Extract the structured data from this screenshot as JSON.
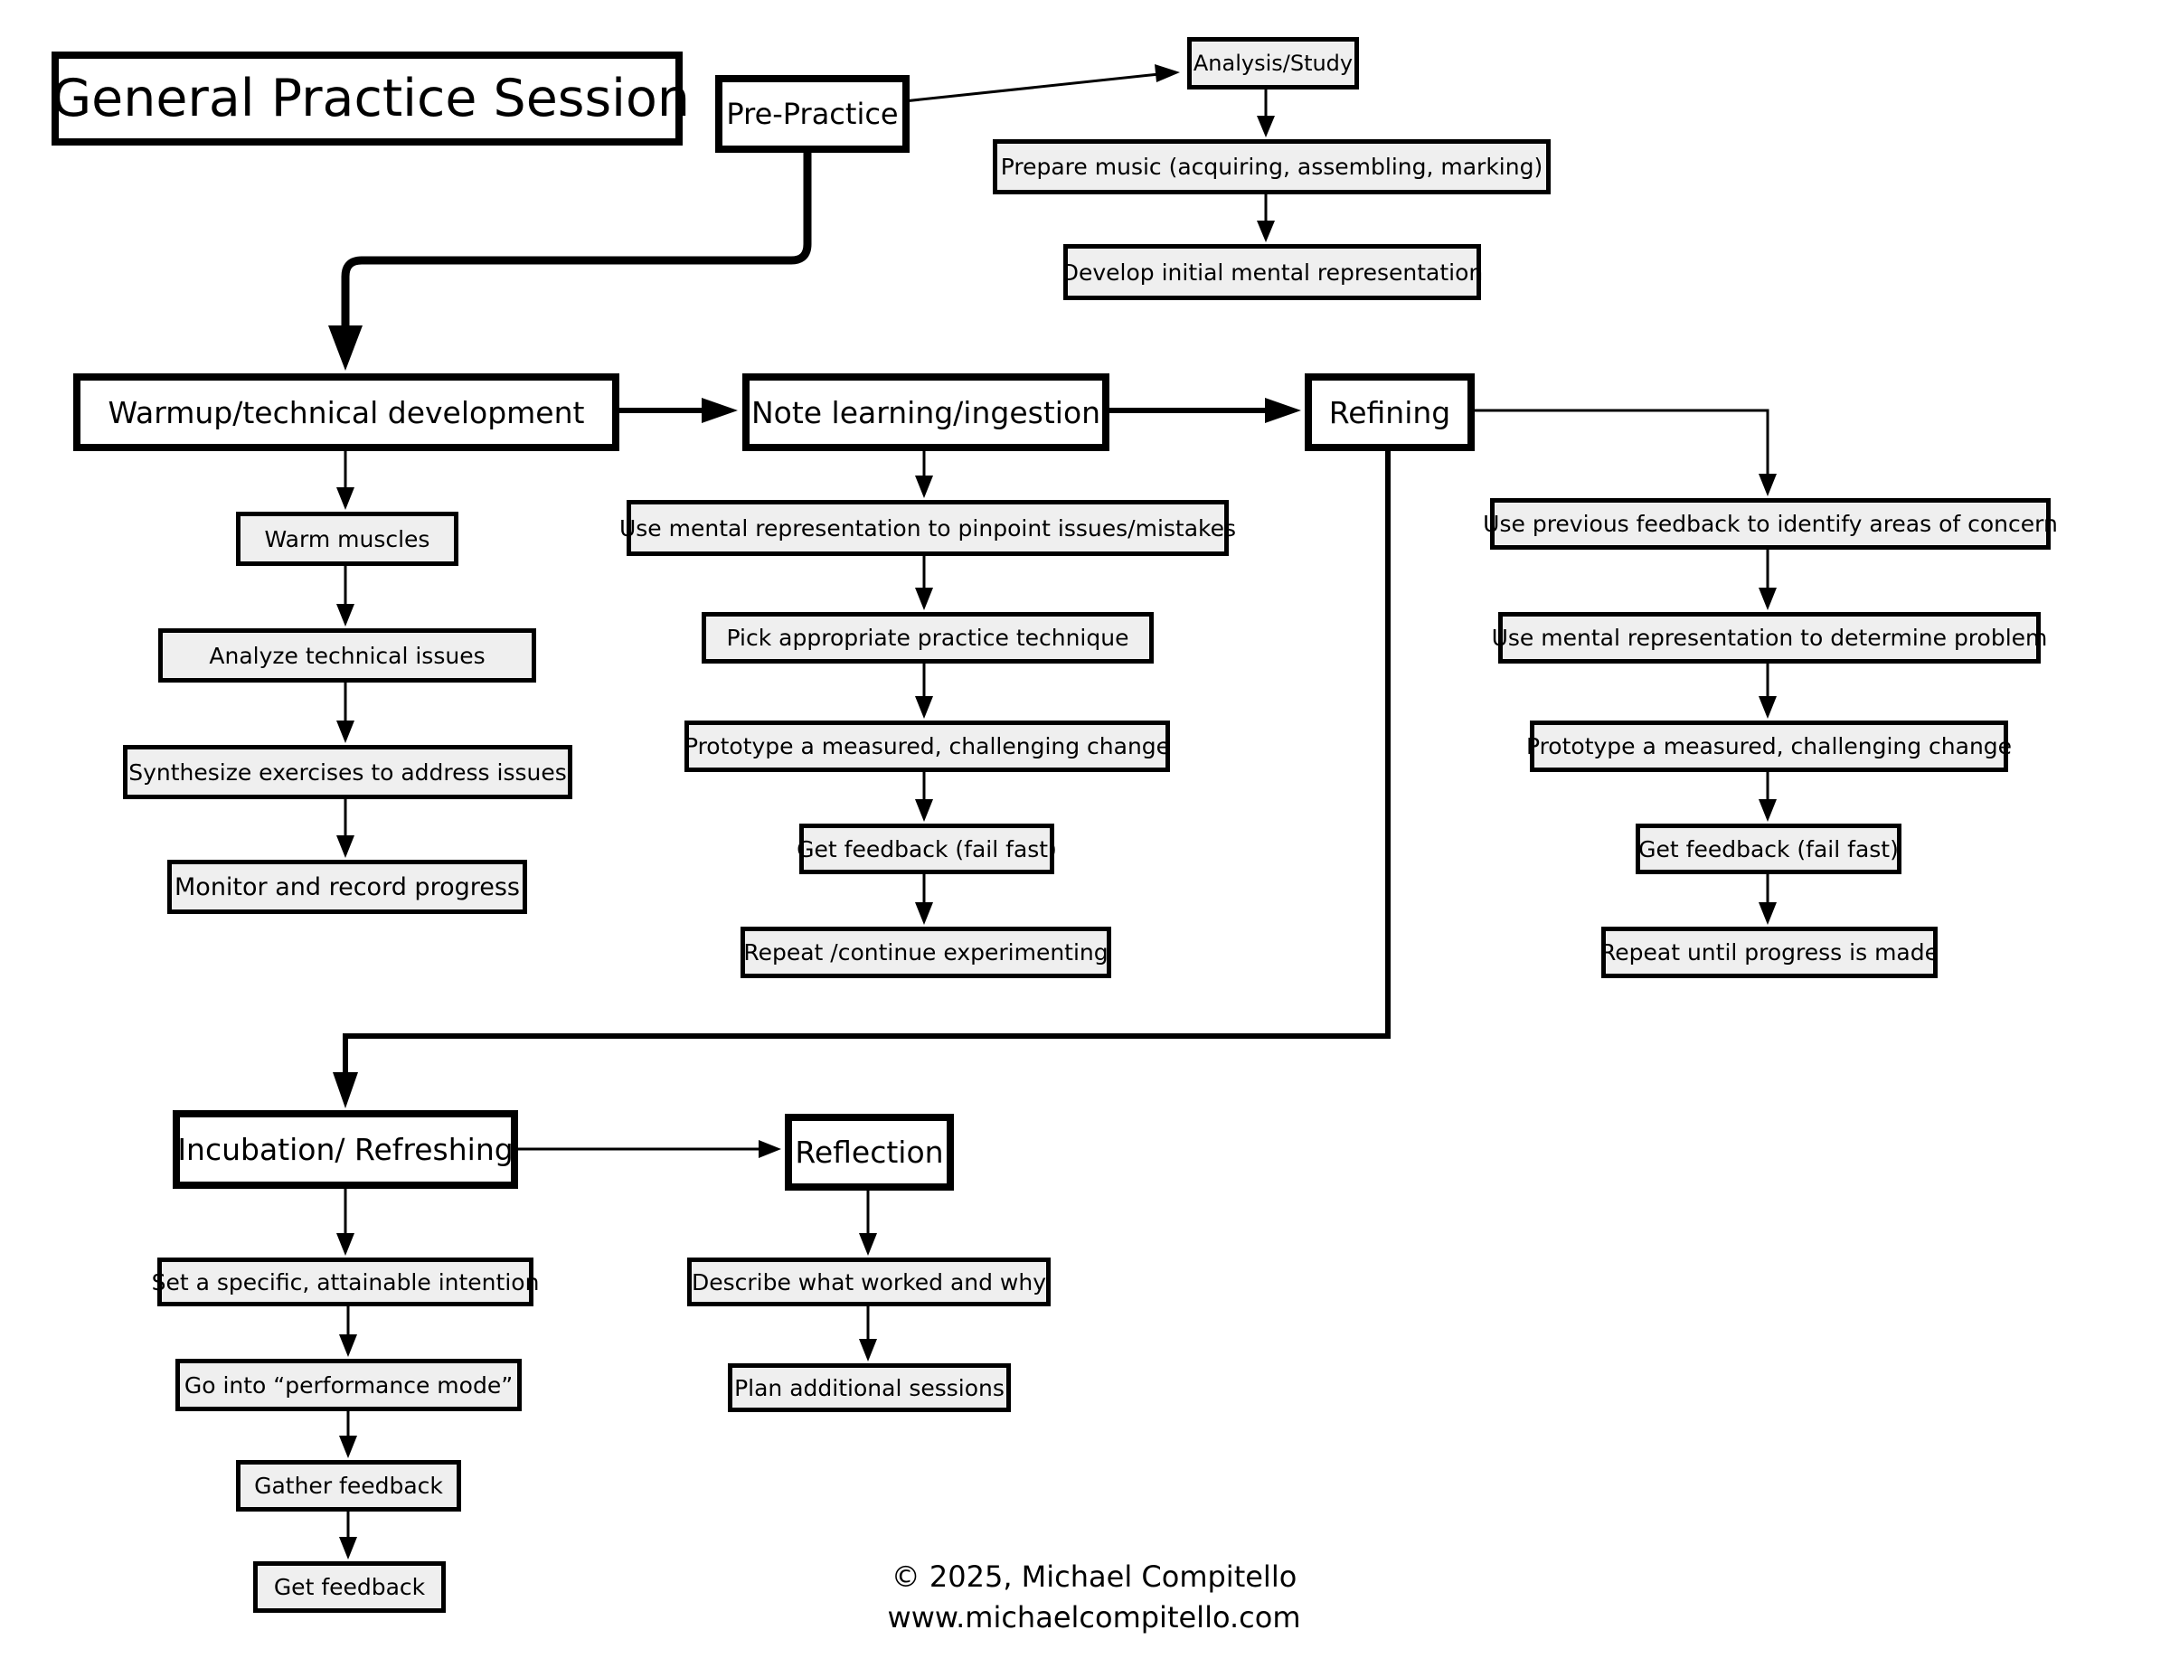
{
  "title": "General Practice Session",
  "pre_practice": {
    "label": "Pre-Practice",
    "steps": [
      "Analysis/Study",
      "Prepare music (acquiring, assembling, marking)",
      "Develop initial mental representation"
    ]
  },
  "warmup": {
    "label": "Warmup/technical development",
    "steps": [
      "Warm muscles",
      "Analyze technical issues",
      "Synthesize exercises to address issues",
      "Monitor and record progress"
    ]
  },
  "note_learning": {
    "label": "Note learning/ingestion",
    "steps": [
      "Use mental representation to pinpoint issues/mistakes",
      "Pick appropriate practice technique",
      "Prototype a measured, challenging change",
      "Get feedback (fail fast)",
      "Repeat /continue experimenting"
    ]
  },
  "refining": {
    "label": "Refining",
    "steps": [
      "Use previous feedback to identify areas of concern",
      "Use mental representation to determine problem",
      "Prototype a measured, challenging change",
      "Get feedback (fail fast)",
      "Repeat until progress is made"
    ]
  },
  "incubation": {
    "label": "Incubation/ Refreshing",
    "steps": [
      "Set a specific, attainable intention",
      "Go into “performance mode”",
      "Gather feedback",
      "Get feedback"
    ]
  },
  "reflection": {
    "label": "Reflection",
    "steps": [
      "Describe what worked and why",
      "Plan additional sessions"
    ]
  },
  "footer": {
    "copyright": "© 2025, Michael Compitello",
    "website": "www.michaelcompitello.com"
  }
}
